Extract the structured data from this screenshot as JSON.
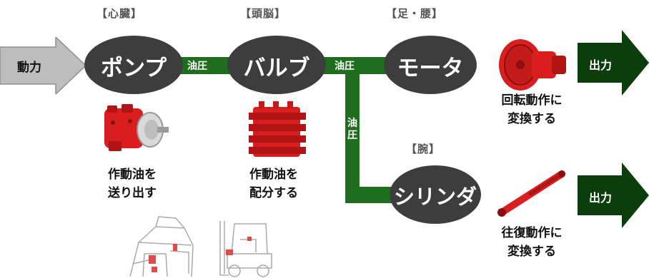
{
  "roles": {
    "heart": "【心臓】",
    "brain": "【頭脳】",
    "legs": "【足・腰】",
    "arm": "【腕】"
  },
  "components": {
    "pump": "ポンプ",
    "valve": "バルブ",
    "motor": "モータ",
    "cylinder": "シリンダ"
  },
  "input_arrow": "動力",
  "output_arrows": {
    "top": "出力",
    "bottom": "出力"
  },
  "pipe_labels": {
    "pump_valve": "油圧",
    "valve_motor": "油圧",
    "vertical": "油\n圧"
  },
  "captions": {
    "pump": [
      "作動油を",
      "送り出す"
    ],
    "valve": [
      "作動油を",
      "配分する"
    ],
    "motor": [
      "回転動作に",
      "変換する"
    ],
    "cylinder": [
      "往復動作に",
      "変換する"
    ]
  },
  "colors": {
    "ellipse": "#3d3d3d",
    "pipe": "#1f6e1f",
    "output_arrow": "#0c3d0c",
    "input_arrow": "#bdbdbd",
    "part_red": "#d81e1e"
  },
  "icons": [
    "hydraulic-pump-icon",
    "control-valve-icon",
    "hydraulic-motor-icon",
    "hydraulic-cylinder-icon",
    "harvester-icon",
    "forklift-icon"
  ]
}
